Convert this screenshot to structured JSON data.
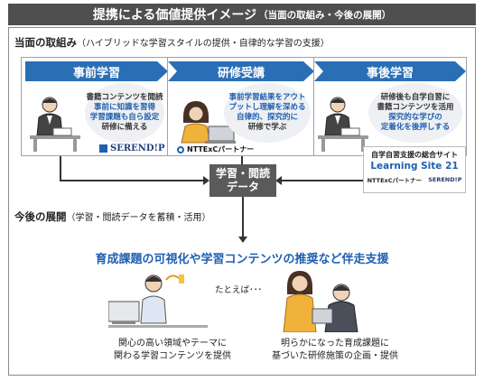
{
  "header": {
    "title": "提携による価値提供イメージ",
    "subtitle": "（当面の取組み・今後の展開）"
  },
  "current": {
    "title": "当面の取組み",
    "note": "（ハイブリッドな学習スタイルの提供・自律的な学習の支援）",
    "steps": [
      {
        "label": "事前学習",
        "lines": [
          {
            "text": "書籍コンテンツを閲読",
            "style": "nm"
          },
          {
            "text": "事前に知識を習得",
            "style": "hl"
          },
          {
            "text": "学習課題も自ら設定",
            "style": "hl"
          },
          {
            "text": "研修に備える",
            "style": "nm"
          }
        ],
        "logo": "SEREND!P"
      },
      {
        "label": "研修受講",
        "lines": [
          {
            "text": "事前学習結果をアウト",
            "style": "hl"
          },
          {
            "text": "プットし理解を深める",
            "style": "hl"
          },
          {
            "text": "自律的、探究的に",
            "style": "hl"
          },
          {
            "text": "研修で学ぶ",
            "style": "nm"
          }
        ],
        "logo": "NTTExCパートナー"
      },
      {
        "label": "事後学習",
        "lines": [
          {
            "text": "研修後も自学自習に",
            "style": "nm"
          },
          {
            "text": "書籍コンテンツを活用",
            "style": "nm"
          },
          {
            "text": "探究的な学びの",
            "style": "hl"
          },
          {
            "text": "定着化を後押しする",
            "style": "hl"
          }
        ]
      }
    ],
    "learning_site": {
      "title": "自学自習支援の総合サイト",
      "name": "Learning Site 21",
      "logo_ntt": "NTTExCパートナー",
      "logo_serendip": "SEREND!P"
    },
    "data_box": [
      "学習・閲読",
      "データ"
    ]
  },
  "future": {
    "title": "今後の展開",
    "note": "（学習・閲読データを蓄積・活用）",
    "headline": "育成課題の可視化や学習コンテンツの推奨など伴走支援",
    "example": "たとえば･･･",
    "captions": [
      [
        "関心の高い領域やテーマに",
        "関わる学習コンテンツを提供"
      ],
      [
        "明らかになった育成課題に",
        "基づいた研修施策の企画・提供"
      ]
    ]
  },
  "colors": {
    "header": "#4f4f4f",
    "chevron": "#2a6fb5",
    "accent": "#1f5fb0",
    "data_box": "#5a5a5a"
  }
}
